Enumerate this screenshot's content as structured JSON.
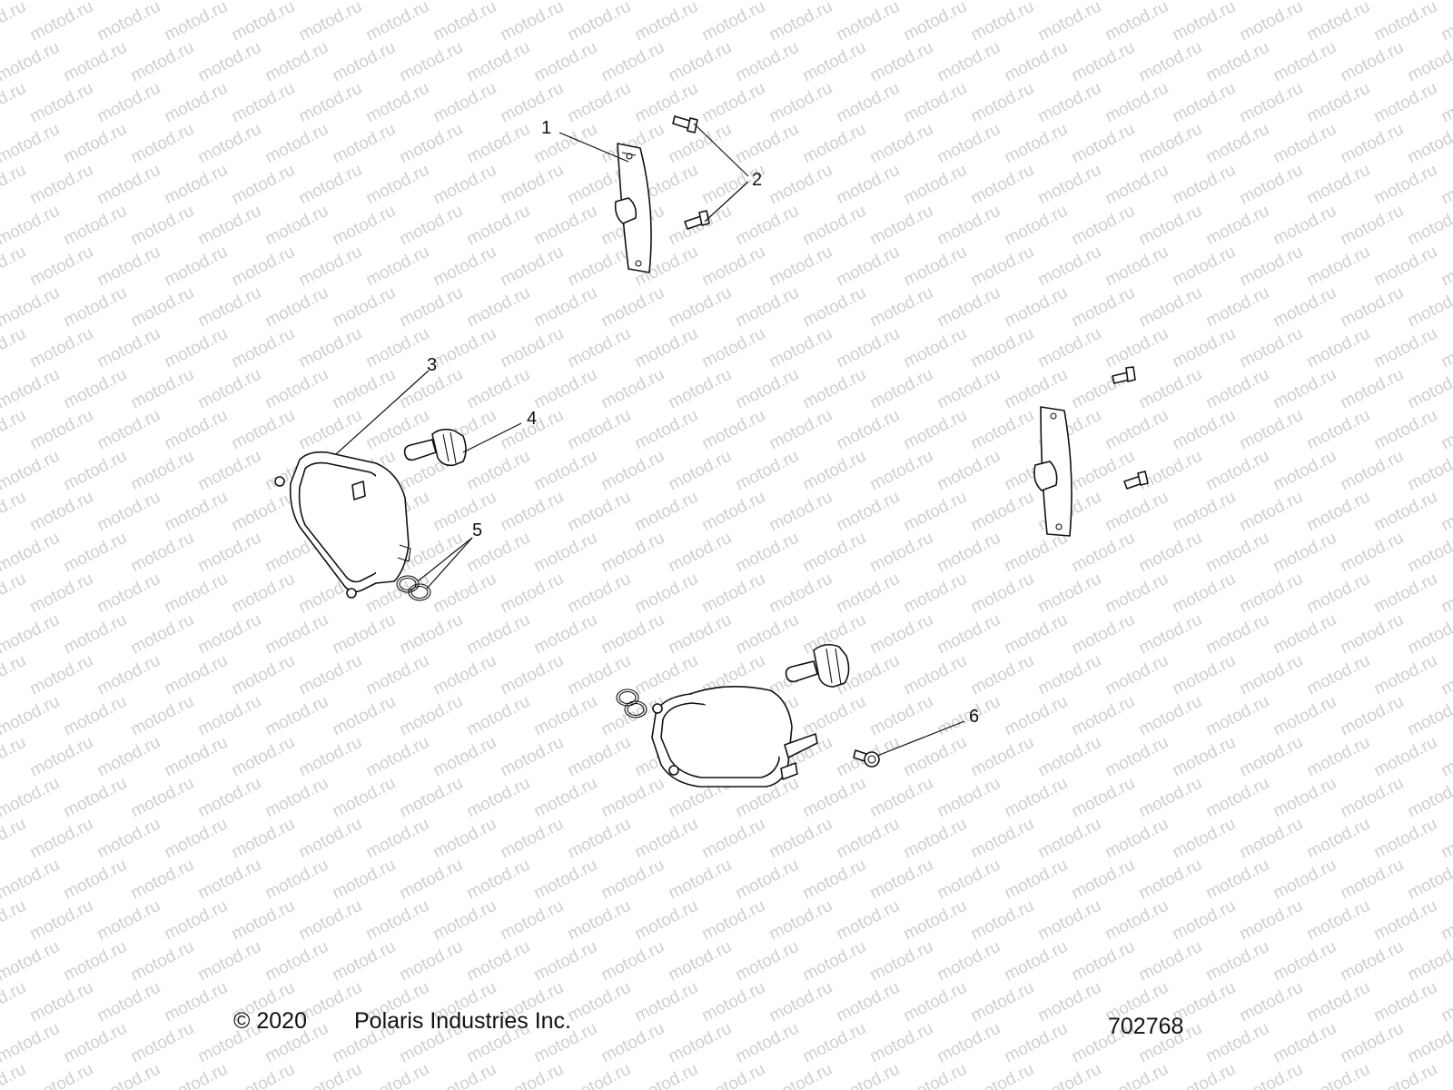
{
  "watermark": {
    "text": "motod.ru"
  },
  "callouts": [
    {
      "id": "1",
      "label": "1"
    },
    {
      "id": "2",
      "label": "2"
    },
    {
      "id": "3",
      "label": "3"
    },
    {
      "id": "4",
      "label": "4"
    },
    {
      "id": "5",
      "label": "5"
    },
    {
      "id": "6",
      "label": "6"
    }
  ],
  "footer": {
    "copyright": "© 2020",
    "company": "Polaris Industries Inc.",
    "diagram_number": "702768"
  }
}
